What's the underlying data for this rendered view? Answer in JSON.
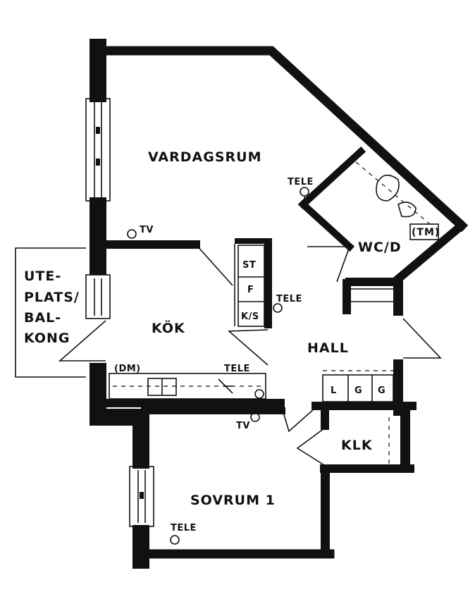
{
  "rooms": {
    "vardagsrum": "VARDAGSRUM",
    "kok": "KÖK",
    "hall": "HALL",
    "wc": "WC/D",
    "sovrum": "SOVRUM 1",
    "klk": "KLK",
    "uteplats": [
      "UTE-",
      "PLATS/",
      "BAL-",
      "KONG"
    ]
  },
  "fixtures": {
    "st": "ST",
    "f": "F",
    "ks": "K/S",
    "tm": "(TM)",
    "dm": "(DM)",
    "l": "L",
    "g1": "G",
    "g2": "G"
  },
  "outlets": {
    "tele": "TELE",
    "tv": "TV"
  }
}
